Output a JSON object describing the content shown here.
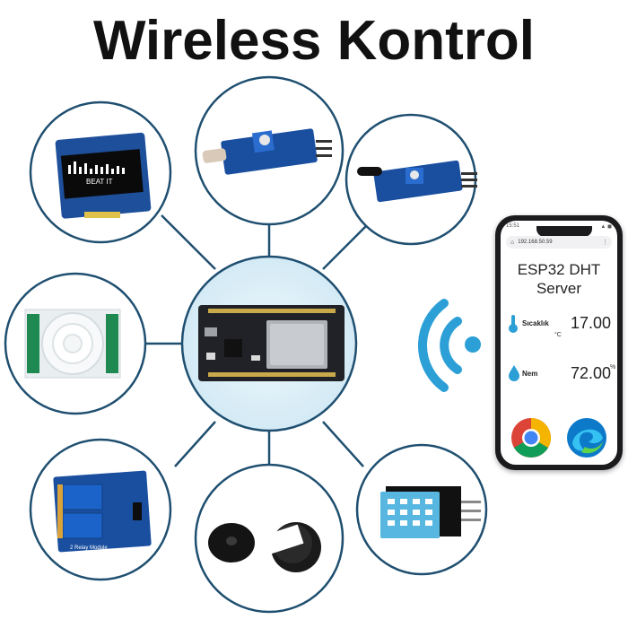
{
  "title": "Wireless Kontrol",
  "module_labels": {
    "oled_text": "BEAT IT",
    "relay_text": "2 Relay Module"
  },
  "phone": {
    "status_time": "15:51",
    "status_icons": "▲ ◼",
    "url": "192.168.50.59",
    "page_heading_line1": "ESP32 DHT",
    "page_heading_line2": "Server",
    "temperature_label": "Sıcaklık",
    "temperature_value": "17.00",
    "temperature_unit": "°C",
    "humidity_label": "Nem",
    "humidity_value": "72.00",
    "humidity_unit": "%"
  },
  "colors": {
    "circle_border": "#1f4f70",
    "center_fill": "#d8edf6",
    "wifi": "#2b9fd6",
    "board_blue": "#1a4fa0",
    "board_dark": "#202227"
  },
  "icons": [
    "wifi-icon",
    "thermometer-icon",
    "water-drop-icon",
    "chrome-icon",
    "edge-icon"
  ]
}
